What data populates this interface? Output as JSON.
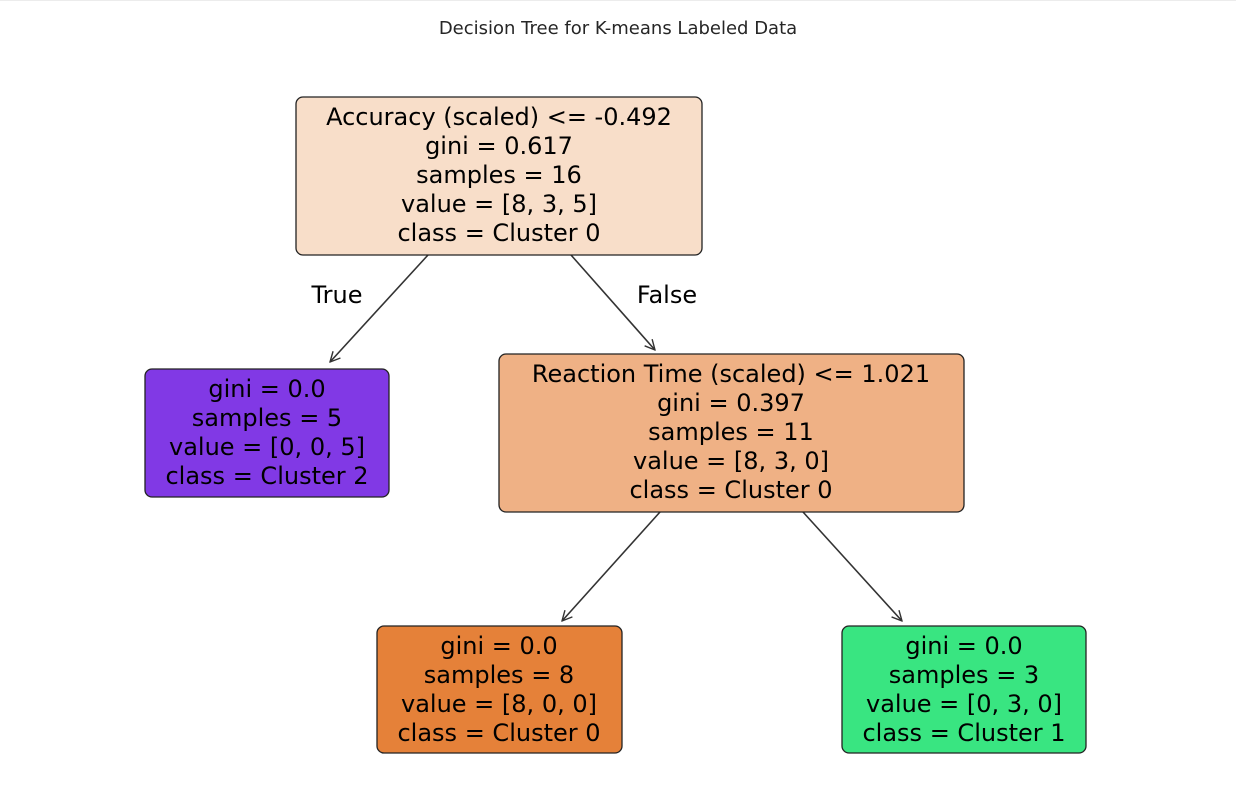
{
  "title": "Decision Tree for K-means Labeled Data",
  "nodes": {
    "root": {
      "lines": [
        "Accuracy (scaled) <= -0.492",
        "gini = 0.617",
        "samples = 16",
        "value = [8, 3, 5]",
        "class = Cluster 0"
      ],
      "fill": "#f8dec9"
    },
    "left": {
      "lines": [
        "gini = 0.0",
        "samples = 5",
        "value = [0, 0, 5]",
        "class = Cluster 2"
      ],
      "fill": "#8139e5"
    },
    "mid": {
      "lines": [
        "Reaction Time (scaled) <= 1.021",
        "gini = 0.397",
        "samples = 11",
        "value = [8, 3, 0]",
        "class = Cluster 0"
      ],
      "fill": "#efb185"
    },
    "leaf0": {
      "lines": [
        "gini = 0.0",
        "samples = 8",
        "value = [8, 0, 0]",
        "class = Cluster 0"
      ],
      "fill": "#e58139"
    },
    "leaf1": {
      "lines": [
        "gini = 0.0",
        "samples = 3",
        "value = [0, 3, 0]",
        "class = Cluster 1"
      ],
      "fill": "#39e581"
    }
  },
  "edge_labels": {
    "true": "True",
    "false": "False"
  }
}
